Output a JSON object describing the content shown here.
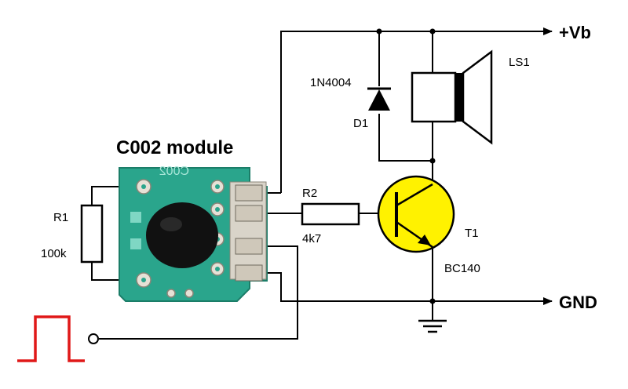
{
  "module": {
    "title": "C002 module",
    "chip_text": "C002"
  },
  "rails": {
    "supply": "+Vb",
    "ground": "GND"
  },
  "components": {
    "r1": {
      "ref": "R1",
      "value": "100k"
    },
    "r2": {
      "ref": "R2",
      "value": "4k7"
    },
    "d1": {
      "ref": "D1",
      "part": "1N4004"
    },
    "ls1": {
      "ref": "LS1"
    },
    "t1": {
      "ref": "T1",
      "part": "BC140"
    }
  },
  "colors": {
    "wire": "#000000",
    "pcb": "#2aa58c",
    "pcb_edge": "#1b7d68",
    "transistor": "#fff200",
    "pulse": "#e01818",
    "pad": "#d9d4c9"
  },
  "icons": [
    "pulse-waveform-icon",
    "ground-symbol-icon",
    "arrow-right-icon"
  ]
}
